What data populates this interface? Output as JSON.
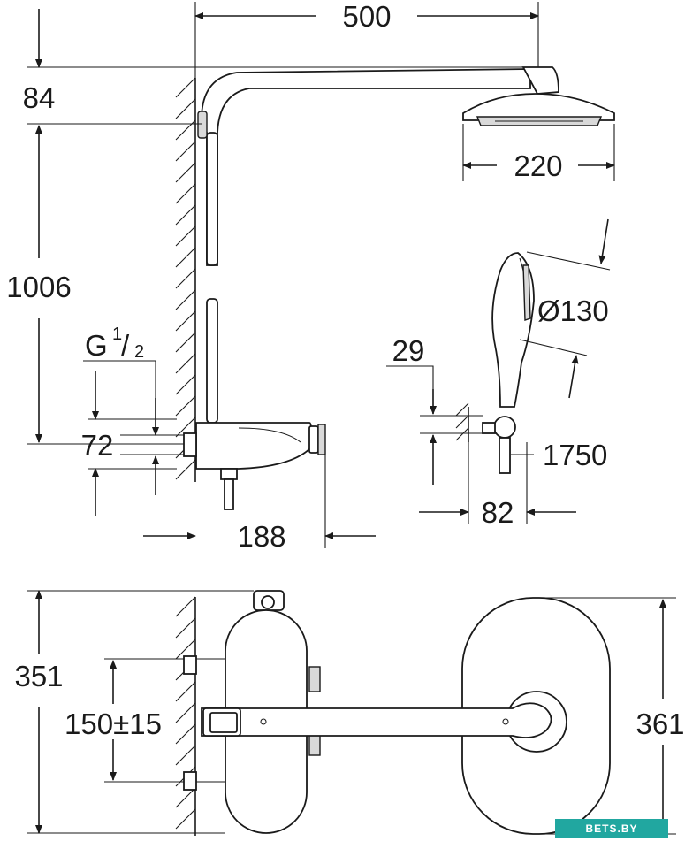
{
  "dimensions": {
    "arm_length": "500",
    "top_offset": "84",
    "head_width": "220",
    "height": "1006",
    "thread_g": "G",
    "thread_num": "1",
    "thread_den": "2",
    "inlet_gap": "72",
    "projection": "188",
    "holder_offset": "29",
    "hand_shower_diameter": "Ø130",
    "hose_length": "1750",
    "holder_depth": "82",
    "plan_depth": "351",
    "inlet_spacing": "150±15",
    "plate_height": "361"
  },
  "watermark": "BETS.BY"
}
